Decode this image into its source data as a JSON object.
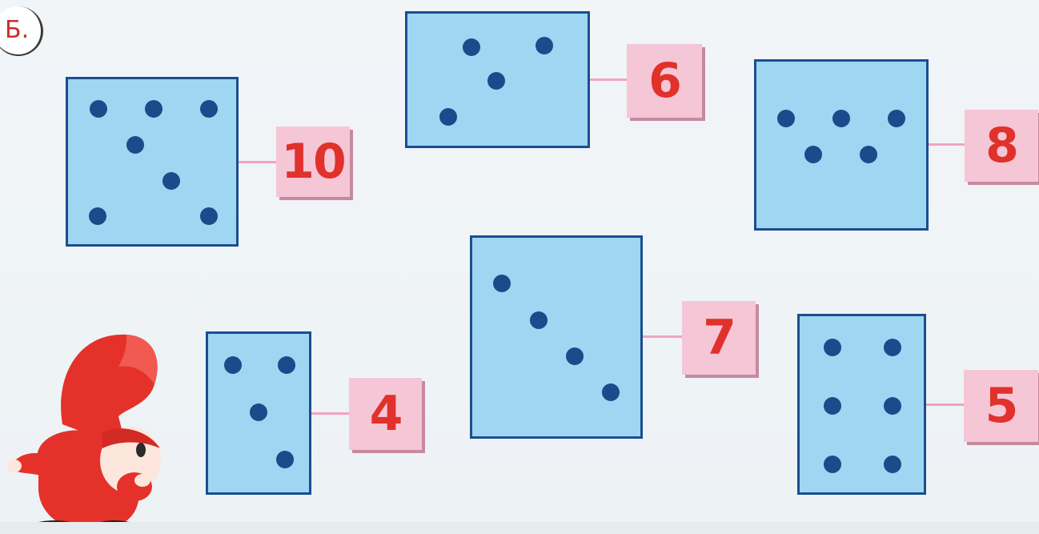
{
  "section_label": "Б.",
  "groups": [
    {
      "name": "group-a",
      "number": "10",
      "dots": 7
    },
    {
      "name": "group-b",
      "number": "6",
      "dots": 4
    },
    {
      "name": "group-c",
      "number": "8",
      "dots": 5
    },
    {
      "name": "group-d",
      "number": "4",
      "dots": 4
    },
    {
      "name": "group-e",
      "number": "7",
      "dots": 4
    },
    {
      "name": "group-f",
      "number": "5",
      "dots": 6
    }
  ],
  "colors": {
    "box_fill": "#9fd6f2",
    "box_border": "#1b4e8f",
    "dot": "#1a4b8a",
    "card": "#f5c6d6",
    "number": "#e0312b",
    "connector": "#f4a3bc"
  },
  "illustration": "red-gnome-character"
}
